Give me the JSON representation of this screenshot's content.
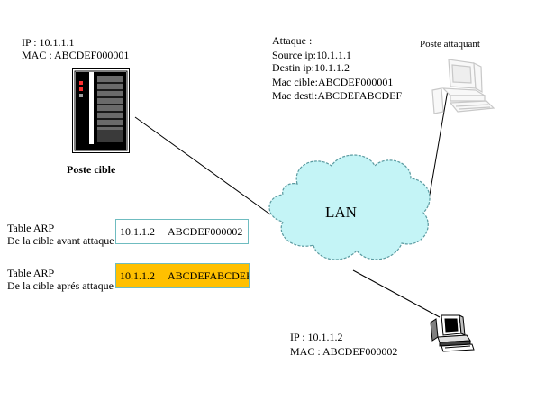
{
  "target": {
    "ip": "IP : 10.1.1.1",
    "mac": "MAC : ABCDEF000001",
    "label": "Poste cible"
  },
  "attack": {
    "title": "Attaque :",
    "lines": [
      "Source ip:10.1.1.1",
      "Destin ip:10.1.1.2",
      "Mac cible:ABCDEF000001",
      "Mac desti:ABCDEFABCDEF"
    ]
  },
  "attacker": {
    "label": "Poste attaquant"
  },
  "lan": {
    "label": "LAN"
  },
  "arp_before": {
    "caption_1": "Table ARP",
    "caption_2": "De la cible avant attaque",
    "ip": "10.1.1.2",
    "mac": "ABCDEF000002",
    "fill": "#ffffff"
  },
  "arp_after": {
    "caption_1": "Table ARP",
    "caption_2": "De la cible aprés attaque",
    "ip": "10.1.1.2",
    "mac": "ABCDEFABCDEF",
    "fill": "#ffc000"
  },
  "host": {
    "ip": "IP : 10.1.1.2",
    "mac": "MAC : ABCDEF000002"
  },
  "colors": {
    "cloud_fill": "#c4f4f6",
    "cloud_stroke": "#5a9aa0",
    "box_border": "#6fbcc0"
  },
  "icons": [
    "server-tower-icon",
    "desktop-computer-icon",
    "desktop-computer-icon",
    "cloud-icon"
  ]
}
